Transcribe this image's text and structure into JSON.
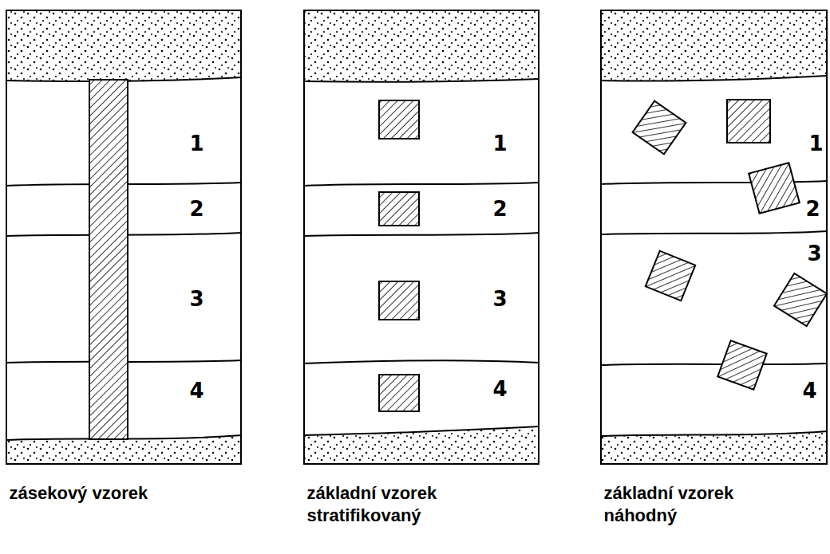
{
  "diagram": {
    "nodes": [
      {
        "text": [
          "1",
          "2",
          "3",
          "4",
          "zásekový vzorek"
        ]
      },
      {
        "text": [
          "1",
          "2",
          "3",
          "4",
          "základní vzorek stratifikovaný"
        ]
      },
      {
        "text": [
          "1",
          "2",
          "3",
          "4",
          "základní vzorek náhodný"
        ]
      }
    ]
  }
}
